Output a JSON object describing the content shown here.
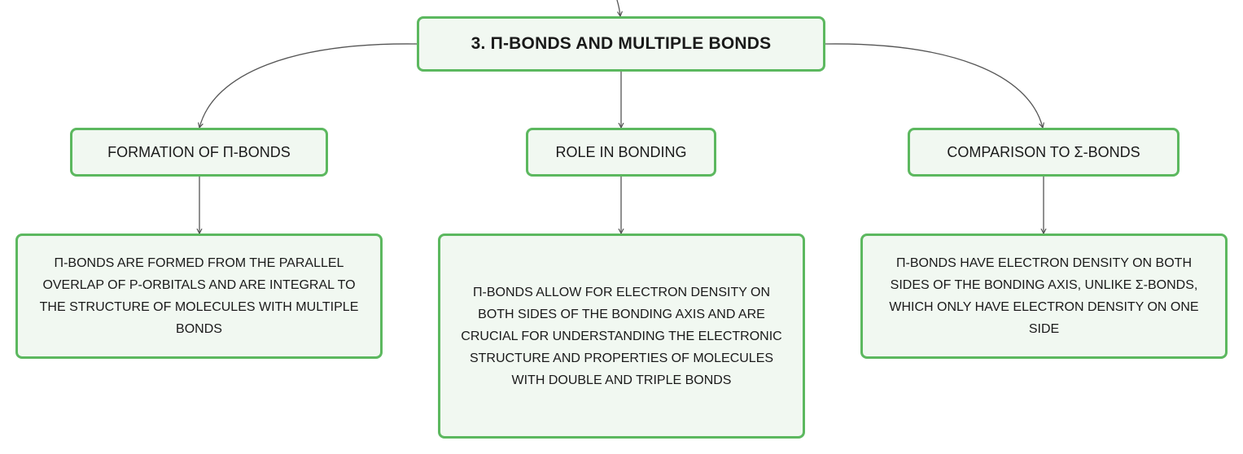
{
  "colors": {
    "border": "#5cb85f",
    "fill": "#f1f8f1",
    "connector": "#555555"
  },
  "root": {
    "title": "3. Π-BONDS AND MULTIPLE BONDS"
  },
  "branches": [
    {
      "label": "FORMATION OF Π-BONDS",
      "detail": "Π-BONDS ARE FORMED FROM THE PARALLEL OVERLAP OF P-ORBITALS AND ARE INTEGRAL TO THE STRUCTURE OF MOLECULES WITH MULTIPLE BONDS"
    },
    {
      "label": "ROLE IN BONDING",
      "detail": "Π-BONDS ALLOW FOR ELECTRON DENSITY ON BOTH SIDES OF THE BONDING AXIS AND ARE CRUCIAL FOR UNDERSTANDING THE ELECTRONIC STRUCTURE AND PROPERTIES OF MOLECULES WITH DOUBLE AND TRIPLE BONDS"
    },
    {
      "label": "COMPARISON TO Σ-BONDS",
      "detail": "Π-BONDS HAVE ELECTRON DENSITY ON BOTH SIDES OF THE BONDING AXIS, UNLIKE Σ-BONDS, WHICH ONLY HAVE ELECTRON DENSITY ON ONE SIDE"
    }
  ]
}
